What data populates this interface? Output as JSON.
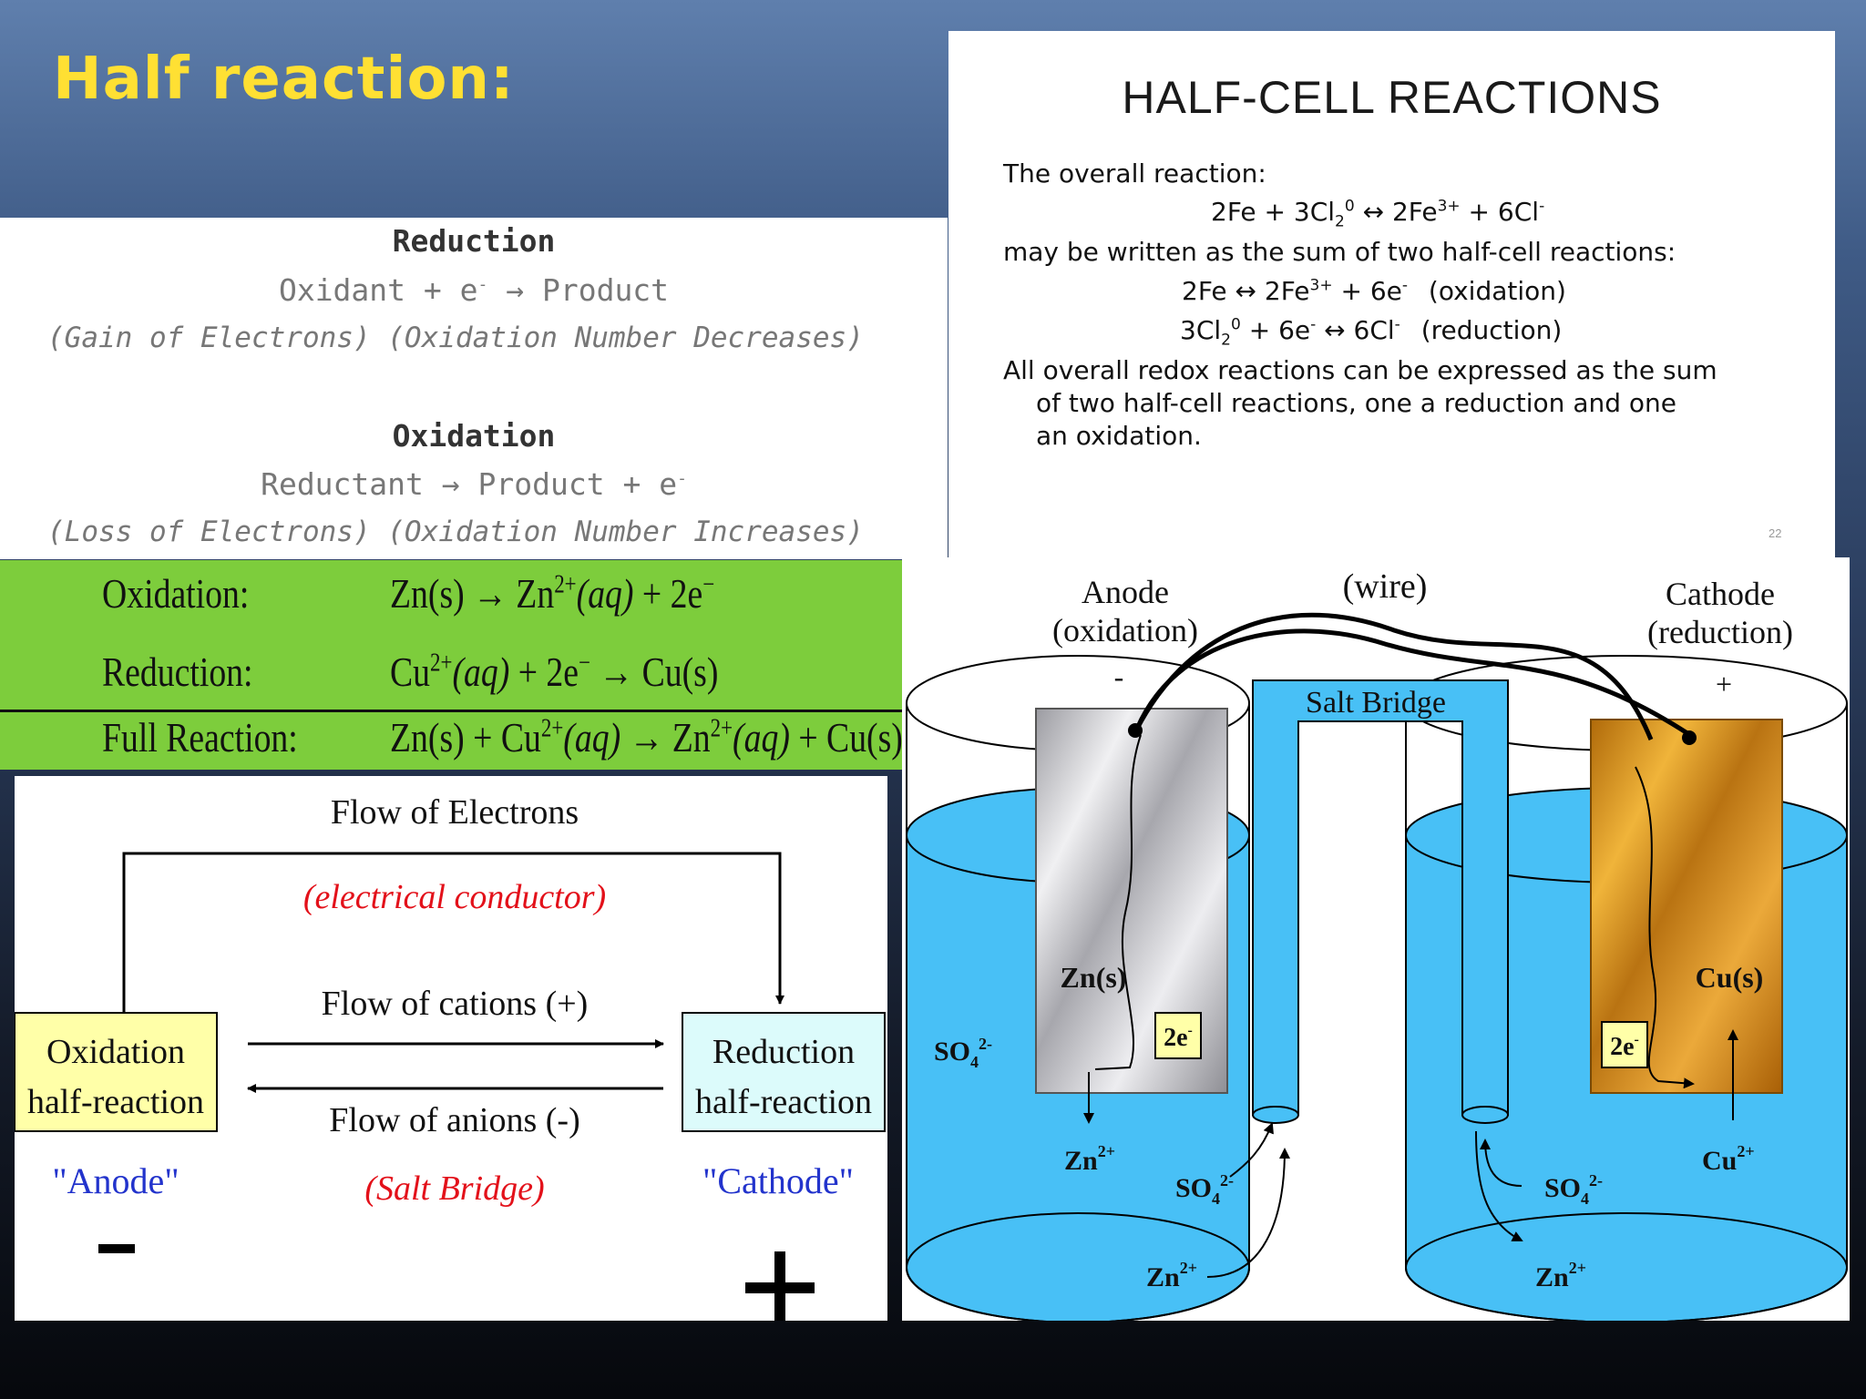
{
  "slide": {
    "title": "Half reaction:"
  },
  "redox_definitions": {
    "reduction_heading": "Reduction",
    "reduction_equation": "Oxidant + e",
    "reduction_equation_sup": "-",
    "reduction_product": "Product",
    "reduction_notes": "(Gain of Electrons) (Oxidation Number Decreases)",
    "oxidation_heading": "Oxidation",
    "oxidation_equation": "Reductant",
    "oxidation_product": "Product + e",
    "oxidation_product_sup": "-",
    "oxidation_notes": "(Loss of Electrons) (Oxidation Number Increases)"
  },
  "half_cell": {
    "heading": "HALF-CELL REACTIONS",
    "intro": "The overall reaction:",
    "overall": {
      "a": "2Fe + 3Cl",
      "a_sub": "2",
      "a_sup": "0",
      "arrow": "↔",
      "b": "2Fe",
      "b_sup": "3+",
      "c": " + 6Cl",
      "c_sup": "-"
    },
    "sum_intro": "may be written as the sum of two half-cell reactions:",
    "ox_eq": {
      "a": "2Fe ↔ 2Fe",
      "a_sup": "3+",
      "b": " + 6e",
      "b_sup": "-",
      "tag": "(oxidation)"
    },
    "red_eq": {
      "a": "3Cl",
      "a_sub": "2",
      "a_sup": "0",
      "b": " + 6e",
      "b_sup": "-",
      "c": " ↔ 6Cl",
      "c_sup": "-",
      "tag": "(reduction)"
    },
    "conclusion_1": "All overall redox reactions can be expressed as the sum",
    "conclusion_2": "of two half-cell reactions, one a reduction and one",
    "conclusion_3": "an oxidation.",
    "slide_number": "22"
  },
  "zn_cu": {
    "oxidation_label": "Oxidation:",
    "reduction_label": "Reduction:",
    "full_label": "Full Reaction:",
    "ox": {
      "a": "Zn(s) → Zn",
      "a_sup": "2+",
      "b": "(aq)",
      "c": " + 2e",
      "c_sup": "−"
    },
    "red": {
      "a": "Cu",
      "a_sup": "2+",
      "b": "(aq)",
      "c": " + 2e",
      "c_sup": "−",
      "d": " → Cu(s)"
    },
    "full": {
      "a": "Zn(s) + Cu",
      "a_sup": "2+",
      "b": "(aq)",
      "c": " → Zn",
      "c_sup": "2+",
      "d": "(aq)",
      "e": " + Cu(s)"
    }
  },
  "flow_diagram": {
    "electrons_label": "Flow of Electrons",
    "conductor_label": "(electrical conductor)",
    "cations_label": "Flow of cations (+)",
    "anions_label": "Flow of anions (-)",
    "salt_bridge_label": "(Salt Bridge)",
    "ox_box_1": "Oxidation",
    "ox_box_2": "half-reaction",
    "red_box_1": "Reduction",
    "red_box_2": "half-reaction",
    "anode_label": "\"Anode\"",
    "cathode_label": "\"Cathode\"",
    "minus": "−",
    "plus": "+",
    "colors": {
      "ox_box": "#ffffa8",
      "red_box": "#dcfbfb",
      "red_text": "#e3111a",
      "blue_text": "#2233cc"
    }
  },
  "cell_diagram": {
    "anode_1": "Anode",
    "anode_2": "(oxidation)",
    "wire": "(wire)",
    "cathode_1": "Cathode",
    "cathode_2": "(reduction)",
    "minus": "-",
    "plus": "+",
    "salt_bridge": "Salt Bridge",
    "zn_s": "Zn(s)",
    "cu_s": "Cu(s)",
    "two_e": "2e",
    "two_e_sup": "-",
    "so4": "SO",
    "so4_sub": "4",
    "so4_sup": "2-",
    "zn2": "Zn",
    "cu2": "Cu",
    "ion_sup": "2+",
    "colors": {
      "solution": "#48c0f6",
      "zinc": "#c8c8cc",
      "copper": "#d58d1a"
    }
  }
}
